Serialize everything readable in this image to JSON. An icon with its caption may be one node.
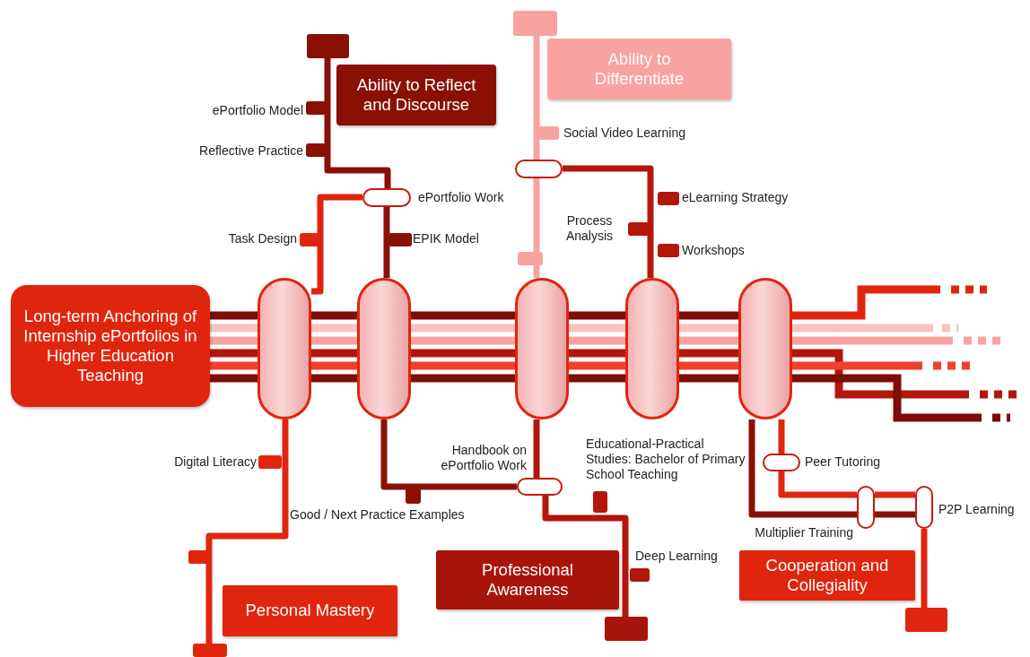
{
  "diagram": {
    "nodes": [
      {
        "text": [
          "Long-term Anchoring of Internship ePortfolios in Higher Education Teaching"
        ]
      },
      {
        "text": [],
        "shape": "capsule"
      },
      {
        "text": [],
        "shape": "capsule"
      },
      {
        "text": [],
        "shape": "capsule"
      },
      {
        "text": [],
        "shape": "capsule"
      },
      {
        "text": [],
        "shape": "capsule"
      },
      {
        "text": [
          "Ability to Reflect and Discourse"
        ]
      },
      {
        "text": [
          "Ability to Differentiate"
        ]
      },
      {
        "text": [
          "Personal Mastery"
        ]
      },
      {
        "text": [
          "Professional Awareness"
        ]
      },
      {
        "text": [
          "Cooperation and Collegiality"
        ]
      },
      {
        "text": [],
        "shape": "box"
      },
      {
        "text": [],
        "shape": "box"
      },
      {
        "text": [],
        "shape": "box"
      },
      {
        "text": [],
        "shape": "box"
      },
      {
        "text": [],
        "shape": "box"
      },
      {
        "text": [],
        "shape": "capsule",
        "beside": [
          "ePortfolio Work"
        ]
      },
      {
        "text": [],
        "shape": "capsule"
      },
      {
        "text": [],
        "shape": "capsule",
        "beside": [
          "Handbook on ePortfolio Work"
        ]
      },
      {
        "text": [],
        "shape": "capsule",
        "beside": [
          "Peer Tutoring"
        ]
      },
      {
        "text": [],
        "shape": "capsule",
        "beside": [
          "Multiplier Training"
        ]
      },
      {
        "text": [],
        "shape": "capsule",
        "beside": [
          "P2P Learning"
        ]
      }
    ],
    "edges": [
      {
        "from": 0,
        "to": 1,
        "arrow": "none"
      },
      {
        "from": 1,
        "to": 2,
        "arrow": "none"
      },
      {
        "from": 2,
        "to": 3,
        "arrow": "none"
      },
      {
        "from": 3,
        "to": 4,
        "arrow": "none"
      },
      {
        "from": 4,
        "to": 5,
        "arrow": "none"
      },
      {
        "from": 5,
        "to": null,
        "arrow": "none"
      },
      {
        "from": 11,
        "to": 16,
        "arrow": "none",
        "color": "#8a1006"
      },
      {
        "from": 16,
        "to": 2,
        "arrow": "none",
        "color": "#8a1006"
      },
      {
        "from": 16,
        "to": 1,
        "arrow": "none",
        "color": "#e0250f"
      },
      {
        "from": 12,
        "to": 17,
        "arrow": "none",
        "color": "#f9a3a1"
      },
      {
        "from": 17,
        "to": 3,
        "arrow": "none",
        "color": "#f9a3a1"
      },
      {
        "from": 17,
        "to": 4,
        "arrow": "none",
        "color": "#b3160b"
      },
      {
        "from": 1,
        "to": 13,
        "arrow": "none",
        "color": "#e0250f"
      },
      {
        "from": 2,
        "to": 18,
        "arrow": "none",
        "color": "#8a1006"
      },
      {
        "from": 3,
        "to": 18,
        "arrow": "none",
        "color": "#b3160b"
      },
      {
        "from": 18,
        "to": 14,
        "arrow": "none",
        "color": "#b3160b"
      },
      {
        "from": 5,
        "to": 19,
        "arrow": "none",
        "color": "#e0250f"
      },
      {
        "from": 19,
        "to": 20,
        "arrow": "none",
        "color": "#e0250f"
      },
      {
        "from": 5,
        "to": 20,
        "arrow": "none",
        "color": "#8a1006"
      },
      {
        "from": 20,
        "to": 21,
        "arrow": "none",
        "color": "#e0250f"
      },
      {
        "from": 20,
        "to": 21,
        "arrow": "none",
        "color": "#8a1006"
      },
      {
        "from": 21,
        "to": 15,
        "arrow": "none",
        "color": "#e0250f"
      }
    ],
    "labels": [
      "ePortfolio Model",
      "Reflective Practice",
      "Task Design",
      "EPIK Model",
      "Social Video Learning",
      "eLearning Strategy",
      "Process Analysis",
      "Workshops",
      "Digital Literacy",
      "Good / Next Practice Examples",
      "Educational-Practical Studies: Bachelor of Primary School Teaching",
      "Deep Learning"
    ]
  }
}
